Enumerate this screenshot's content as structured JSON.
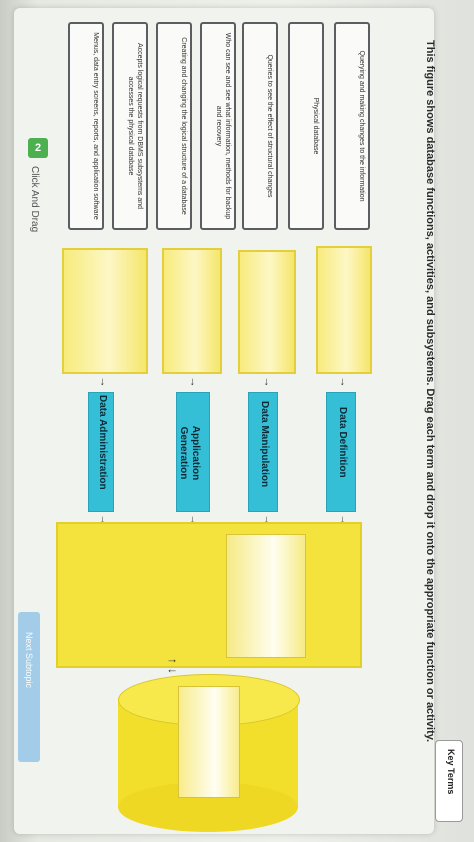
{
  "instructions": "This figure shows database functions, activities, and subsystems. Drag each term and drop it onto the appropriate function or activity.",
  "key_terms_label": "Key Terms",
  "terms": [
    "Querying and making changes to the information",
    "Physical database",
    "Queries to see the effect of structural changes",
    "Who can see and see what information, methods for backup and recovery",
    "Creating and changing the logical structure of a database",
    "Accepts logical requests from DBMS subsystems and accesses the physical database",
    "Menus, data entry screens, reports, and application software"
  ],
  "functions": {
    "definition": "Data Definition",
    "manipulation": "Data Manipulation",
    "application": "Application Generation",
    "administration": "Data Administration"
  },
  "step_number": "2",
  "step_label": "Click And Drag",
  "next_button": "Next Subtopic",
  "arrow_glyph": "→"
}
